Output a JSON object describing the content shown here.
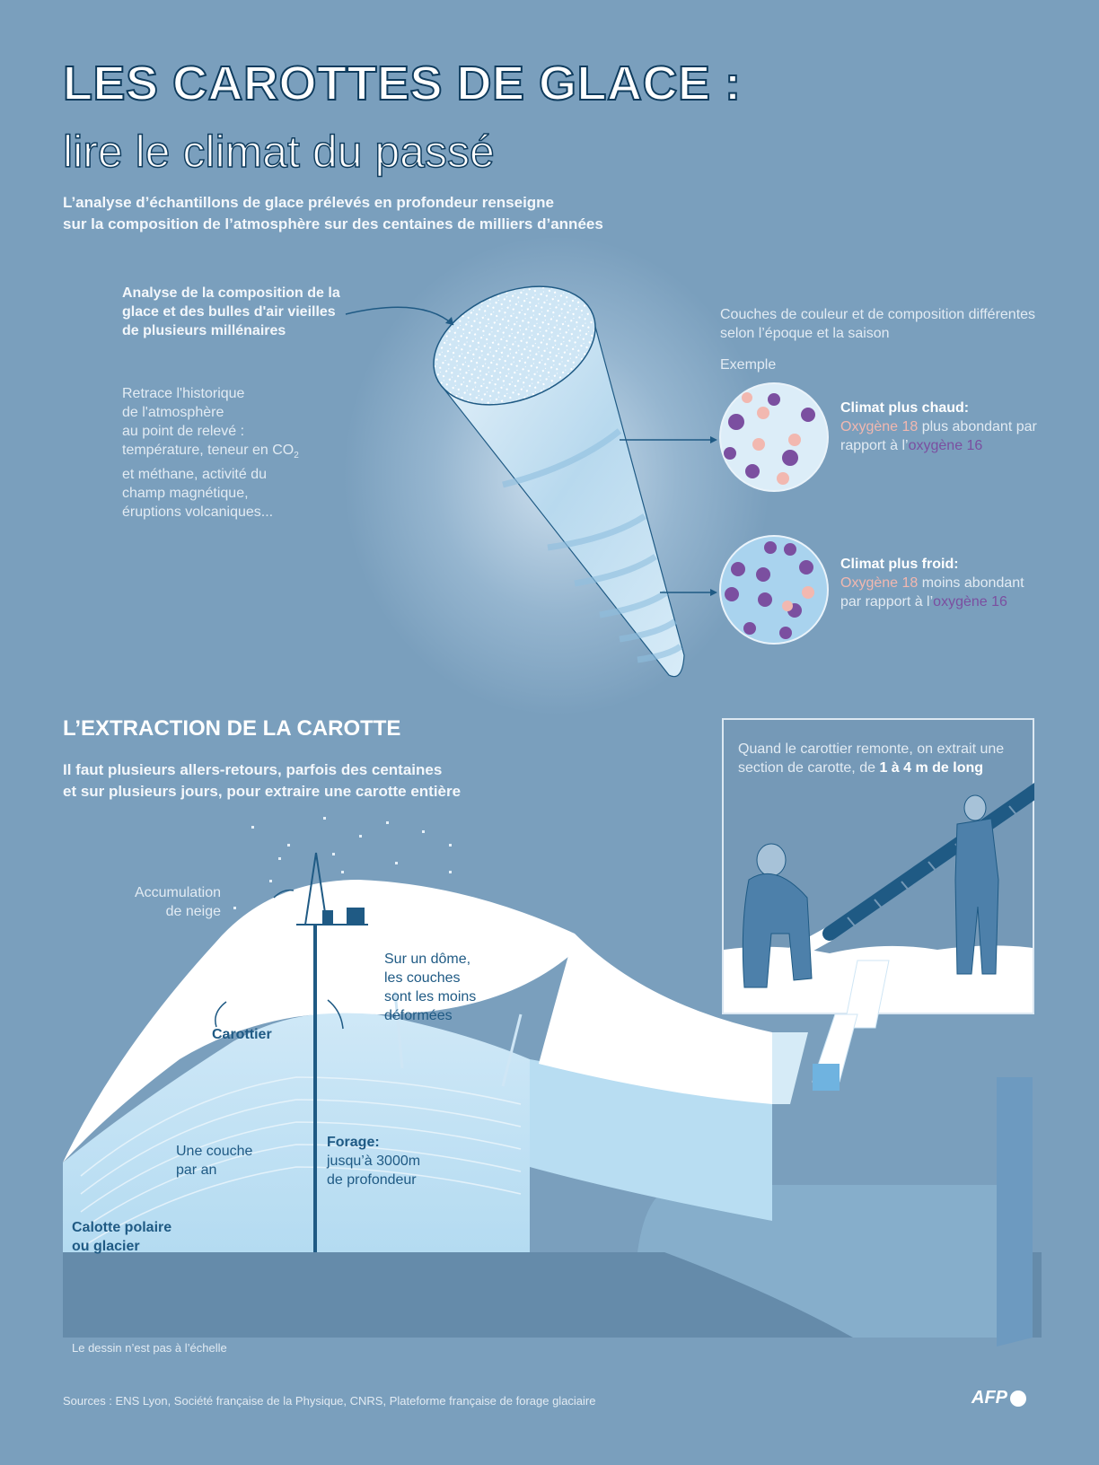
{
  "header": {
    "title_line1": "LES CAROTTES DE GLACE :",
    "title_line2": "lire le climat du passé",
    "subtitle_line1": "L’analyse d’échantillons de glace prélevés en profondeur renseigne",
    "subtitle_line2": "sur la composition de l’atmosphère sur des centaines de milliers d’années"
  },
  "core_section": {
    "analyse_label": "Analyse de la composition de la glace et des bulles d'air vieilles de plusieurs millénaires",
    "retrace_lines": [
      "Retrace l'historique",
      "de l'atmosphère",
      "au point de relevé :",
      "température, teneur en CO",
      "et méthane, activité du",
      "champ magnétique,",
      "éruptions volcaniques..."
    ],
    "co2_subscript": "2",
    "layers_label": "Couches de couleur et de composition différentes selon l’époque et la saison",
    "example_label": "Exemple",
    "warm": {
      "heading": "Climat plus chaud:",
      "o18": "Oxygène 18",
      "mid": " plus abondant par rapport à l’",
      "o16": "oxygène 16"
    },
    "cold": {
      "heading": "Climat plus froid:",
      "o18": "Oxygène 18",
      "mid": " moins abondant par rapport à l’",
      "o16": "oxygène 16"
    }
  },
  "extraction": {
    "title": "L’EXTRACTION DE LA CAROTTE",
    "subtitle_line1": "Il faut plusieurs allers-retours, parfois des centaines",
    "subtitle_line2": "et sur plusieurs jours, pour extraire une carotte entière",
    "inset_text_prefix": "Quand le carottier remonte, on extrait une section de carotte, de ",
    "inset_text_bold": "1 à 4 m de long",
    "snow_label_line1": "Accumulation",
    "snow_label_line2": "de neige",
    "dome_label": [
      "Sur un dôme,",
      "les couches",
      "sont les moins",
      "déformées"
    ],
    "drill_label": "Carottier",
    "layer_label": [
      "Une couche",
      "par an"
    ],
    "forage_heading": "Forage:",
    "forage_lines": [
      "jusqu’à 3000m",
      "de profondeur"
    ],
    "ice_label": [
      "Calotte polaire",
      "ou glacier"
    ],
    "scale_note": "Le dessin n’est pas à l’échelle"
  },
  "footer": {
    "sources": "Sources : ENS Lyon, Société française de la Physique, CNRS, Plateforme française de forage glaciaire",
    "logo": "AFP"
  },
  "colors": {
    "background": "#7a9fbd",
    "dark_blue": "#1f5a84",
    "oxygen18": "#f2b8b0",
    "oxygen16": "#7b4fa0",
    "ice": "#bfe0f3",
    "ground": "#658baa"
  }
}
